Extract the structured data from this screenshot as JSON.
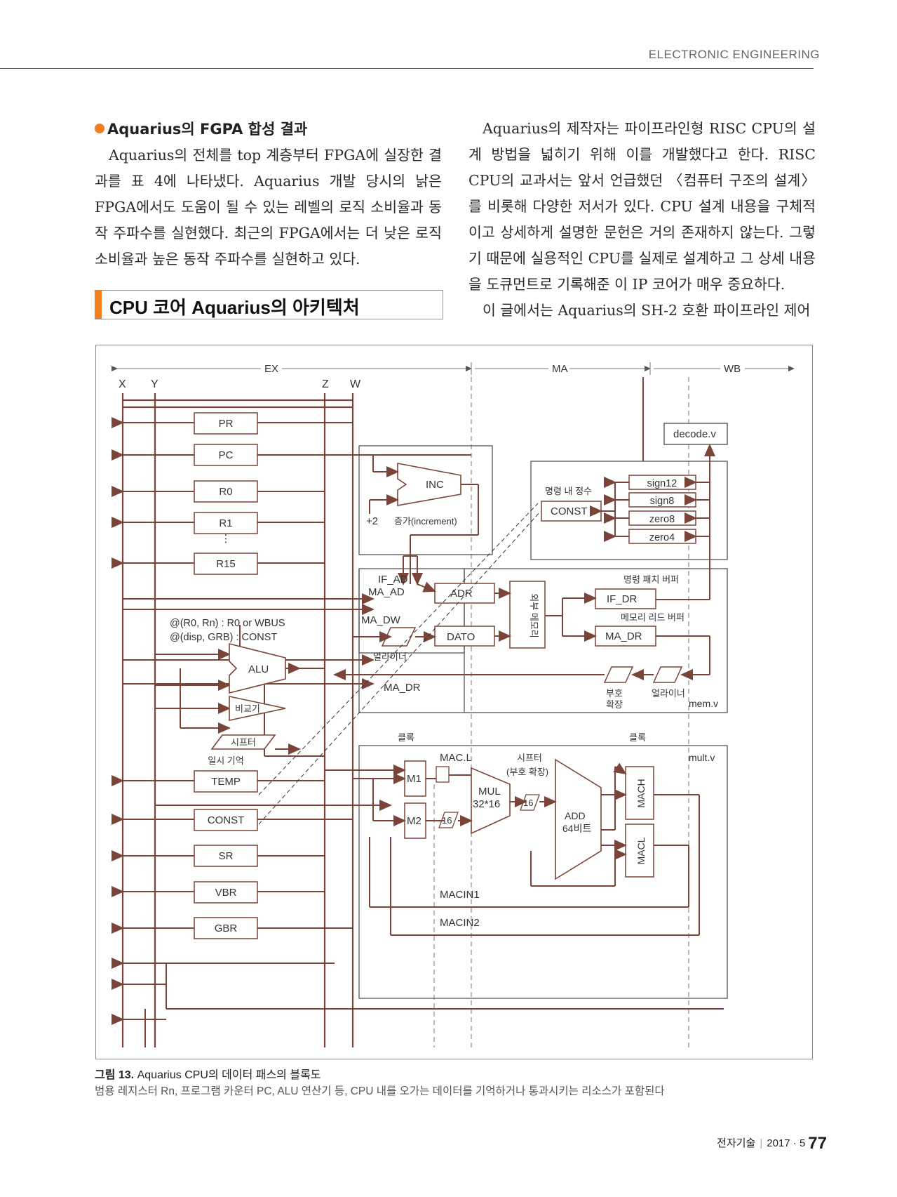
{
  "header": {
    "section_label": "ELECTRONIC ENGINEERING"
  },
  "left_column": {
    "subheading": "Aquarius의 FGPA 합성 결과",
    "para1": "Aquarius의 전체를 top 계층부터 FPGA에 실장한 결과를 표 4에 나타냈다. Aquarius 개발 당시의 낡은 FPGA에서도 도움이 될 수 있는 레벨의 로직 소비율과 동작 주파수를 실현했다. 최근의 FPGA에서는 더 낮은 로직 소비율과 높은 동작 주파수를 실현하고 있다."
  },
  "section_heading": "CPU 코어 Aquarius의 아키텍처",
  "right_column": {
    "para1": "Aquarius의 제작자는 파이프라인형 RISC CPU의 설계 방법을 넓히기 위해 이를 개발했다고 한다. RISC CPU의 교과서는 앞서 언급했던 〈컴퓨터 구조의 설계〉를 비롯해 다양한 저서가 있다. CPU 설계 내용을 구체적이고 상세하게 설명한 문헌은 거의 존재하지 않는다. 그렇기 때문에 실용적인 CPU를 실제로 설계하고 그 상세 내용을 도큐먼트로 기록해준 이 IP 코어가 매우 중요하다.",
    "para2": "이 글에서는 Aquarius의 SH-2 호환 파이프라인 제어"
  },
  "figure": {
    "stages": {
      "ex": "EX",
      "ma": "MA",
      "wb": "WB"
    },
    "buses": {
      "x": "X",
      "y": "Y",
      "z": "Z",
      "w": "W"
    },
    "registers": {
      "pr": "PR",
      "pc": "PC",
      "r0": "R0",
      "r1": "R1",
      "dots": "⋮",
      "r15": "R15",
      "temp": "TEMP",
      "const": "CONST",
      "sr": "SR",
      "vbr": "VBR",
      "gbr": "GBR",
      "temp_label": "일시 기억"
    },
    "addr_note_1": "@(R0, Rn) : R0 or WBUS",
    "addr_note_2": "@(disp, GRB) : CONST",
    "alu": "ALU",
    "comparator": "비교기",
    "shifter": "시프터",
    "inc_block": {
      "inc": "INC",
      "plus2": "+2",
      "increment": "증가(increment)"
    },
    "const_block": {
      "title": "명령 내 정수",
      "const": "CONST",
      "sign12": "sign12",
      "sign8": "sign8",
      "zero8": "zero8",
      "zero4": "zero4"
    },
    "decode": "decode.v",
    "mem_block": {
      "if_ad": "IF_AD",
      "ma_ad": "MA_AD",
      "ma_dw": "MA_DW",
      "adr": "ADR",
      "dato": "DATO",
      "aligner": "얼라이너",
      "ma_dr": "MA_DR",
      "ext_mem": "외부 메모리",
      "fetch_buf": "명령 패치 버퍼",
      "if_dr": "IF_DR",
      "read_buf": "메모리 리드 버퍼",
      "ma_dr2": "MA_DR",
      "sign_ext_1": "부호",
      "sign_ext_2": "확장",
      "aligner2": "얼라이너",
      "mem_v": "mem.v"
    },
    "mult_block": {
      "clock1": "클록",
      "clock2": "클록",
      "macl_in": "MAC.L",
      "shifter": "시프터",
      "sign_ext": "(부호 확장)",
      "m1": "M1",
      "m2": "M2",
      "mul1": "MUL",
      "mul2": "32*16",
      "w16a": "16",
      "w16b": "16",
      "add1": "ADD",
      "add2": "64비트",
      "mach": "MACH",
      "macl": "MACL",
      "macin1": "MACIN1",
      "macin2": "MACIN2",
      "mult_v": "mult.v"
    }
  },
  "caption": {
    "label": "그림 13.",
    "title": "Aquarius CPU의 데이터 패스의 블록도",
    "desc": "범용 레지스터 Rn, 프로그램 카운터 PC, ALU 연산기 등, CPU 내를 오가는 데이터를 기억하거나 통과시키는 리소스가 포함된다"
  },
  "footer": {
    "magazine": "전자기술",
    "issue": "2017 · 5",
    "page": "77"
  }
}
